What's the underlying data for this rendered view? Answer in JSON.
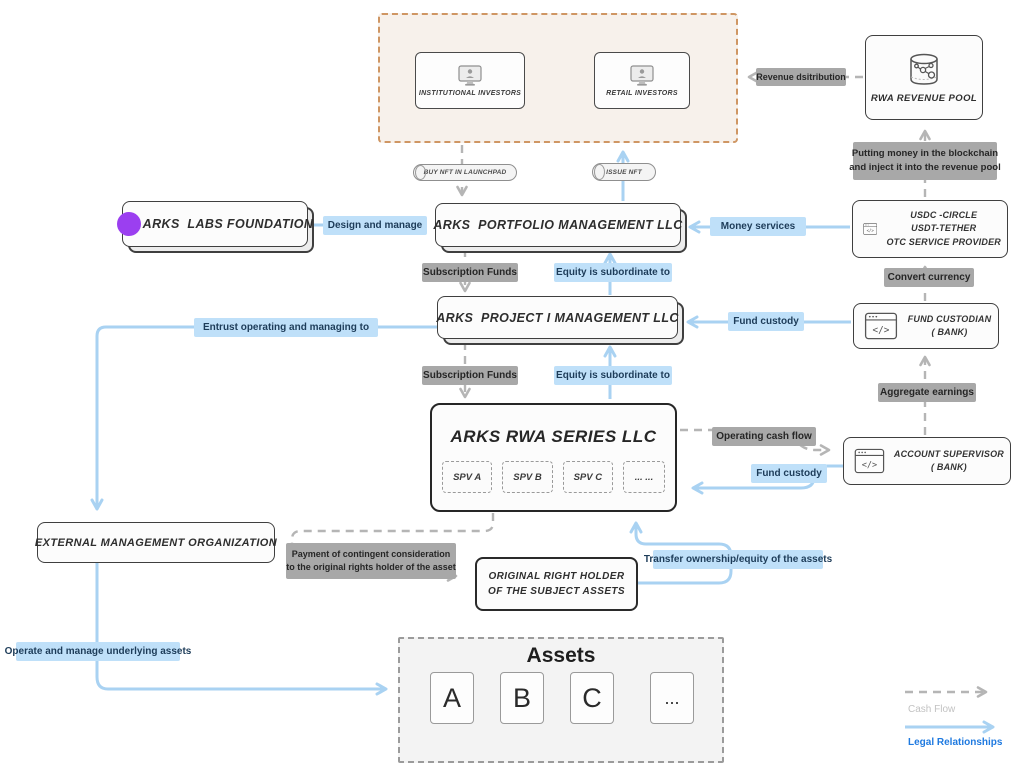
{
  "nodes": {
    "institutional_investors": "INSTITUTIONAL INVESTORS",
    "retail_investors": "RETAIL INVESTORS",
    "rwa_revenue_pool": "RWA REVENUE POOL",
    "arks_labs_foundation": "ARKS  LABS FOUNDATION",
    "arks_portfolio_llc": "ARKS  PORTFOLIO MANAGEMENT LLC",
    "otc_provider_lines": [
      "USDC -CIRCLE",
      "USDT-TETHER",
      "OTC SERVICE PROVIDER"
    ],
    "arks_project_llc": "ARKS  PROJECT I MANAGEMENT LLC",
    "fund_custodian_lines": [
      "FUND CUSTODIAN",
      "( BANK)"
    ],
    "arks_rwa_series_llc": "ARKS RWA SERIES LLC",
    "spvs": [
      "SPV A",
      "SPV B",
      "SPV C",
      "... ..."
    ],
    "account_supervisor_lines": [
      "ACCOUNT SUPERVISOR",
      "( BANK)"
    ],
    "external_management": "EXTERNAL MANAGEMENT ORGANIZATION",
    "original_right_holder_lines": [
      "ORIGINAL RIGHT HOLDER",
      "OF THE SUBJECT ASSETS"
    ],
    "assets_title": "Assets",
    "asset_items": [
      "A",
      "B",
      "C",
      "..."
    ]
  },
  "flow_labels": {
    "revenue_distribution": "Revenue dsitribution",
    "putting_money_lines": [
      "Putting money in the blockchain",
      "and inject it into the revenue pool"
    ],
    "buy_nft": "BUY NFT IN LAUNCHPAD",
    "issue_nft": "ISSUE NFT",
    "design_and_manage": "Design and manage",
    "money_services": "Money services",
    "subscription_funds": "Subscription Funds",
    "equity_subordinate": "Equity is subordinate to",
    "convert_currency": "Convert currency",
    "fund_custody": "Fund custody",
    "entrust": "Entrust operating and managing to",
    "aggregate_earnings": "Aggregate earnings",
    "operating_cash_flow": "Operating cash flow",
    "payment_lines": [
      "Payment of contingent consideration",
      "to the original rights holder of the asset"
    ],
    "transfer_ownership": "Transfer ownership/equity of the assets",
    "operate_underlying": "Operate and manage underlying assets"
  },
  "legend": {
    "cash_flow": "Cash Flow",
    "legal_relationships": "Legal Relationships"
  },
  "icons": {
    "investor": "monitor-user-icon",
    "revenue_pool": "database-network-icon",
    "service": "code-window-icon",
    "foundation_logo": "purple-dot-logo"
  },
  "colors": {
    "blue_label_bg": "#bfe0f9",
    "blue_arrow": "#a9d2f2",
    "gray_label_bg": "#a8a8a8",
    "gray_arrow": "#b5b5b5",
    "investor_group_border": "#cf9663",
    "investor_group_bg": "#f7f1eb",
    "foundation_logo_purple": "#9b3ff0",
    "legend_legal_text": "#1f7ae0"
  }
}
